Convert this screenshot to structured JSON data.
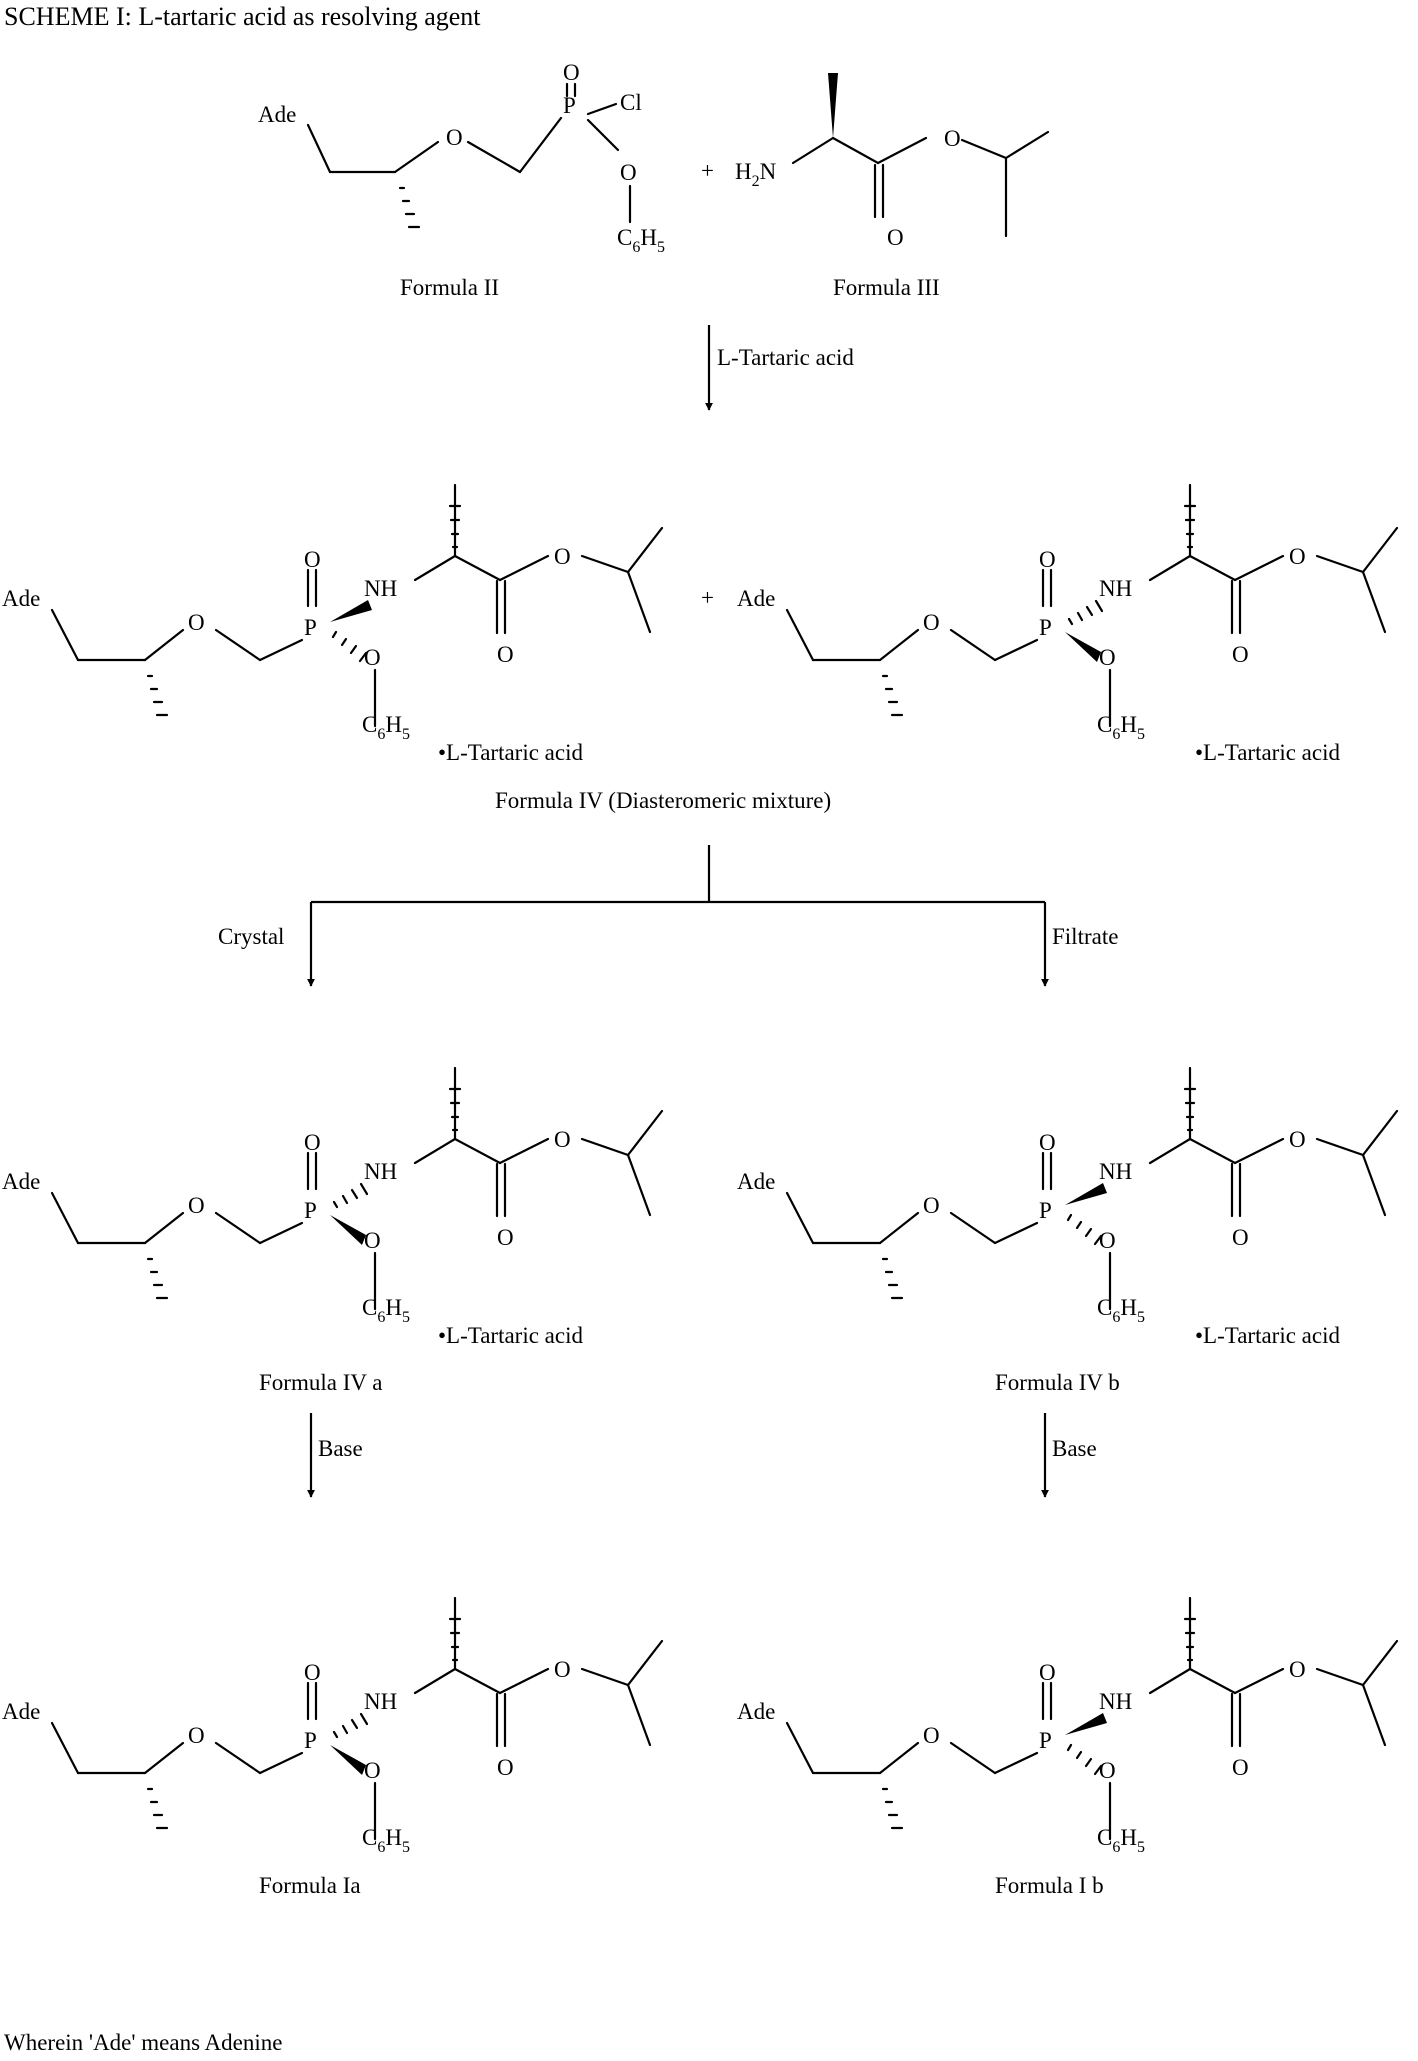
{
  "scheme": {
    "title": "SCHEME I: L-tartaric acid as resolving agent",
    "footnote": "Wherein 'Ade' means Adenine"
  },
  "atoms": {
    "ade": "Ade",
    "o": "O",
    "p": "P",
    "cl": "Cl",
    "nh": "NH",
    "h": "H",
    "n": "N",
    "c": "C",
    "sub2": "2",
    "sub5": "5",
    "sub6": "6",
    "plus": "+"
  },
  "labels": {
    "formula_ii": "Formula II",
    "formula_iii": "Formula III",
    "formula_iv": "Formula IV (Diasteromeric mixture)",
    "formula_iva": "Formula IV a",
    "formula_ivb": "Formula IV b",
    "formula_ia": "Formula Ia",
    "formula_ib": "Formula I b",
    "salt": "•L-Tartaric acid"
  },
  "arrows": {
    "reagent": "L-Tartaric acid",
    "crystal": "Crystal",
    "filtrate": "Filtrate",
    "base": "Base"
  }
}
